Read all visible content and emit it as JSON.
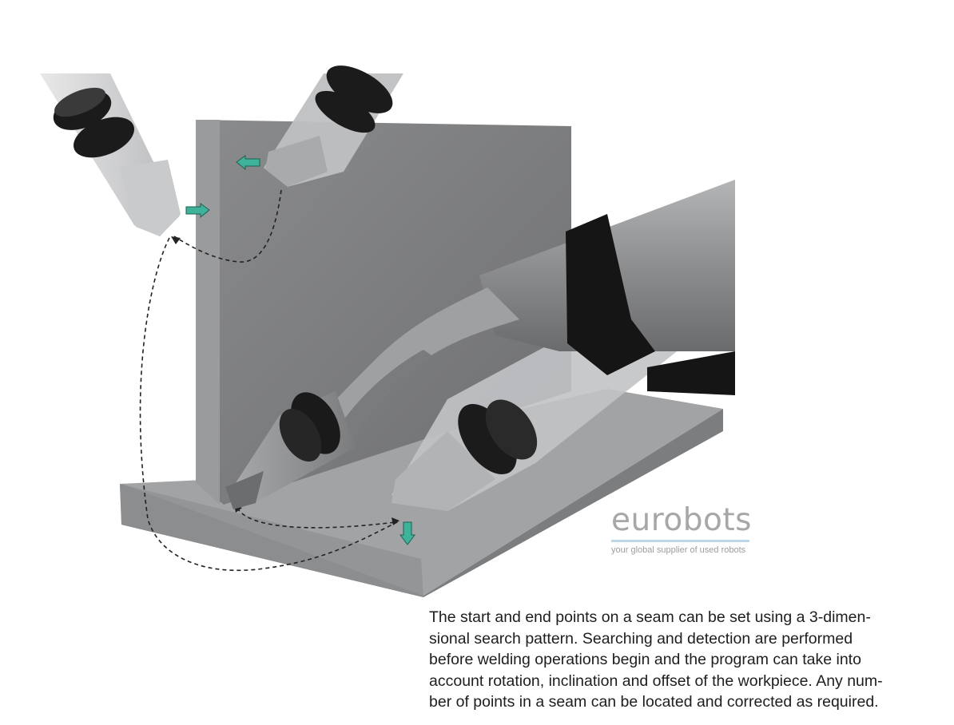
{
  "logo": {
    "wordmark": "eurobots",
    "tagline": "your global supplier of used robots"
  },
  "caption": {
    "lines": [
      "The start and end points on a seam can be set using a 3-dimen-",
      "sional search pattern. Searching and detection are performed",
      "before welding operations begin and the program can take into",
      "account rotation, inclination and offset of the workpiece. Any num-",
      "ber of points in a seam can be located and corrected as required."
    ]
  },
  "colors": {
    "plate": "#7b7c7e",
    "base_top": "#a4a5a7",
    "torch_body": "#8e8f91",
    "torch_light": "#c4c5c7",
    "band": "#1c1c1c",
    "arrow": "#3fb39a",
    "path_line": "#222222"
  },
  "icons": [
    "arrow-left-icon",
    "arrow-right-icon",
    "arrow-down-icon"
  ]
}
